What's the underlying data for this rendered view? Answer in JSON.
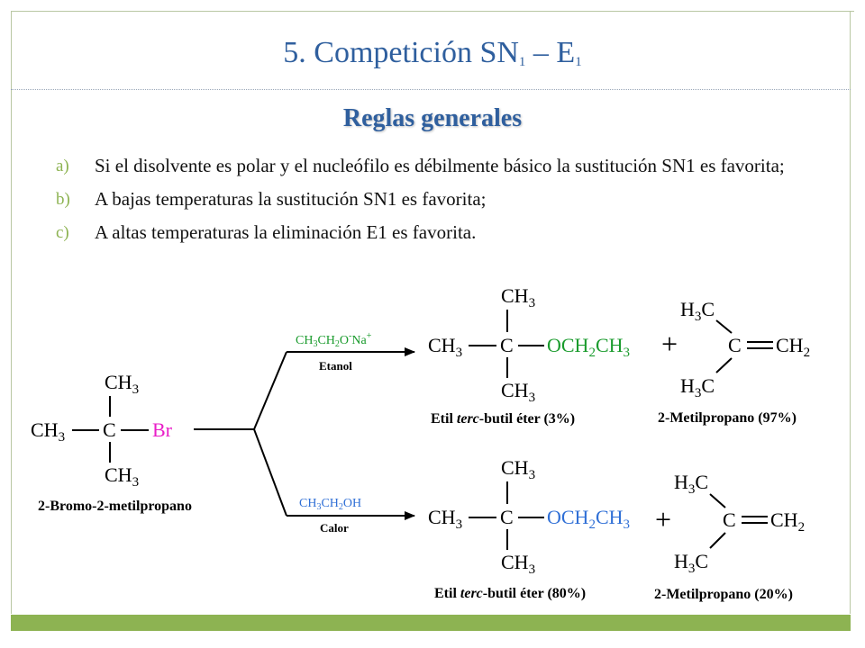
{
  "title": {
    "main": "5. Competición  SN",
    "sub1": "1",
    "dash": " – E",
    "sub2": "1"
  },
  "subtitle": "Reglas generales",
  "rules": [
    {
      "marker": "a)",
      "text": "Si el disolvente es polar y el nucleófilo es débilmente básico la sustitución SN1 es favorita;"
    },
    {
      "marker": "b)",
      "text": "A bajas temperaturas la sustitución SN1 es favorita;"
    },
    {
      "marker": "c)",
      "text": "A altas temperaturas la eliminación E1 es favorita."
    }
  ],
  "scheme": {
    "reactant": {
      "ch3": "CH",
      "three": "3",
      "c": "C",
      "br": "Br",
      "name": "2-Bromo-2-metilpropano"
    },
    "top": {
      "reagent": {
        "a": "CH",
        "b": "3",
        "c": "CH",
        "d": "2",
        "e": "O",
        "f": "-",
        "g": "Na",
        "h": "+"
      },
      "condition": "Etanol",
      "product1": {
        "o": "OCH",
        "two": "2",
        "ch": "CH",
        "three": "3",
        "name_a": "Etil ",
        "name_b": "terc",
        "name_c": "-butil éter (3%)"
      },
      "product2": {
        "h3c": "H",
        "three": "3",
        "c": "C",
        "ch2": "CH",
        "two": "2",
        "name": "2-Metilpropano (97%)"
      }
    },
    "bottom": {
      "reagent": {
        "a": "CH",
        "b": "3",
        "c": "CH",
        "d": "2",
        "e": "OH"
      },
      "condition": "Calor",
      "product1": {
        "o": "OCH",
        "two": "2",
        "ch": "CH",
        "three": "3",
        "name_a": "Etil ",
        "name_b": "terc",
        "name_c": "-butil éter (80%)"
      },
      "product2": {
        "h3c": "H",
        "three": "3",
        "c": "C",
        "ch2": "CH",
        "two": "2",
        "name": "2-Metilpropano (20%)"
      }
    },
    "plus": "+"
  },
  "colors": {
    "title": "#2f5f9e",
    "accent": "#8db352",
    "bromine": "#e91ec8",
    "green": "#1a9b2d",
    "blue": "#2f6fd6"
  }
}
